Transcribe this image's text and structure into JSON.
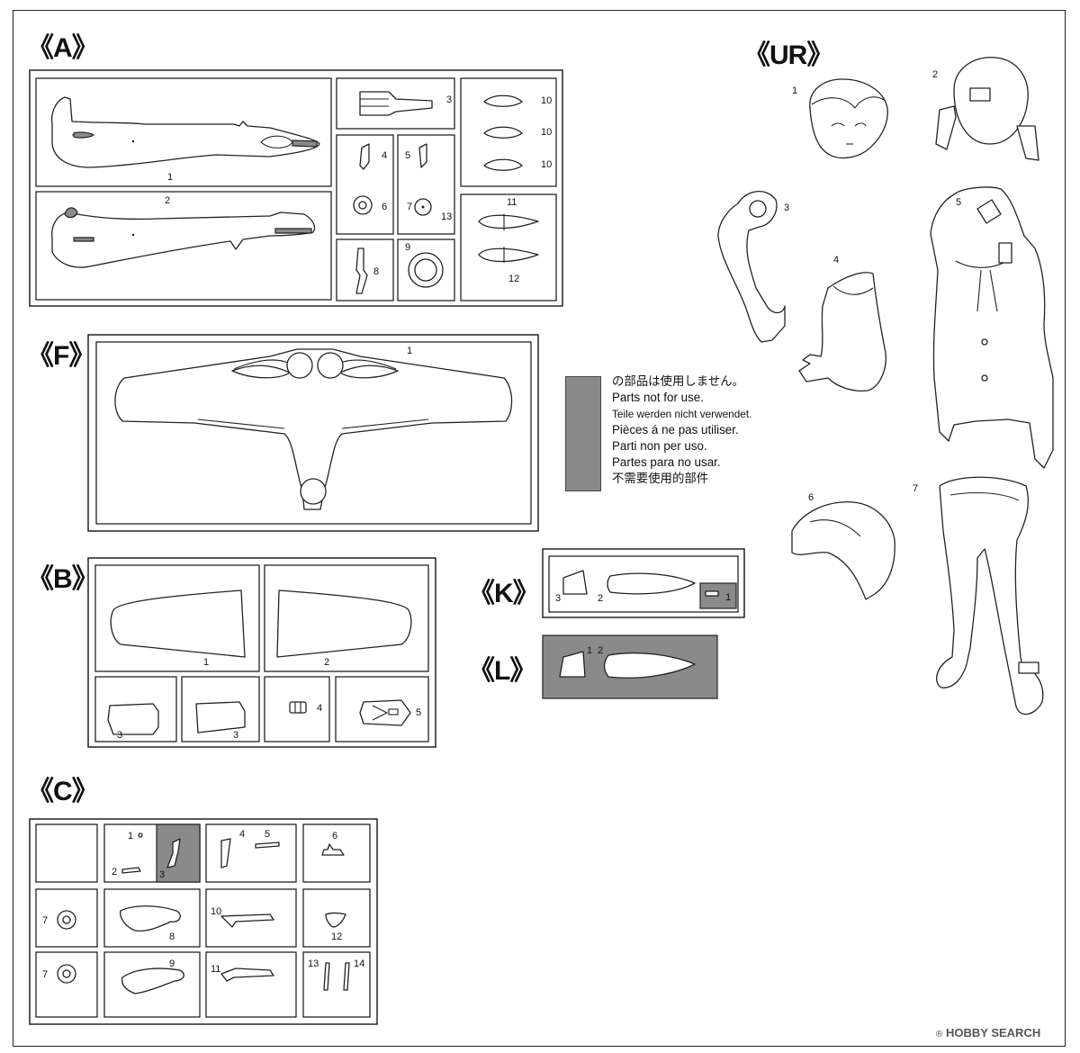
{
  "sprues": {
    "A": "《A》",
    "UR": "《UR》",
    "F": "《F》",
    "B": "《B》",
    "K": "《K》",
    "L": "《L》",
    "C": "《C》"
  },
  "legend": {
    "color": "#8a8a8a",
    "lines": [
      "の部品は使用しません。",
      "Parts not for use.",
      "Teile werden nicht verwendet.",
      "Pièces á ne pas utiliser.",
      "Parti non per uso.",
      "Partes para no usar.",
      "不需要使用的部件"
    ]
  },
  "watermark": {
    "brand": "HOBBY SEARCH",
    "registered": "®"
  },
  "part_numbers": {
    "A": [
      "1",
      "2",
      "3",
      "4",
      "5",
      "6",
      "7",
      "8",
      "9",
      "10",
      "10",
      "10",
      "11",
      "12",
      "13"
    ],
    "UR": [
      "1",
      "2",
      "3",
      "4",
      "5",
      "6",
      "7"
    ],
    "F": [
      "1"
    ],
    "B": [
      "1",
      "2",
      "3",
      "3",
      "4",
      "5"
    ],
    "K": [
      "1",
      "2",
      "3"
    ],
    "L": [
      "1",
      "2"
    ],
    "C": [
      "1",
      "2",
      "3",
      "4",
      "5",
      "6",
      "7",
      "7",
      "8",
      "9",
      "10",
      "11",
      "12",
      "13",
      "14"
    ]
  }
}
